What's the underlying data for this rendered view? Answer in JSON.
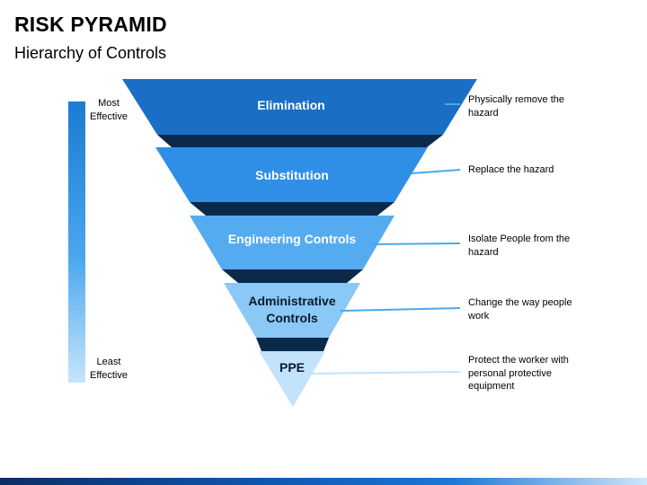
{
  "header": {
    "title": "RISK PYRAMID",
    "subtitle": "Hierarchy of Controls"
  },
  "scale": {
    "top_label": "Most Effective",
    "bottom_label": "Least Effective"
  },
  "levels": [
    {
      "label": "Elimination",
      "description": "Physically remove the hazard",
      "color": "#1a6fc4"
    },
    {
      "label": "Substitution",
      "description": "Replace the hazard",
      "color": "#2f8fe6"
    },
    {
      "label": "Engineering Controls",
      "description": "Isolate People from the hazard",
      "color": "#55abf0"
    },
    {
      "label": "Administrative Controls",
      "description": "Change the way people work",
      "color": "#8ac8f6"
    },
    {
      "label": "PPE",
      "description": "Protect the worker with personal protective equipment",
      "color": "#c3e3fb"
    }
  ],
  "colors": {
    "band_dark": "#0b2a4a",
    "connector": "#4aa8ee"
  }
}
